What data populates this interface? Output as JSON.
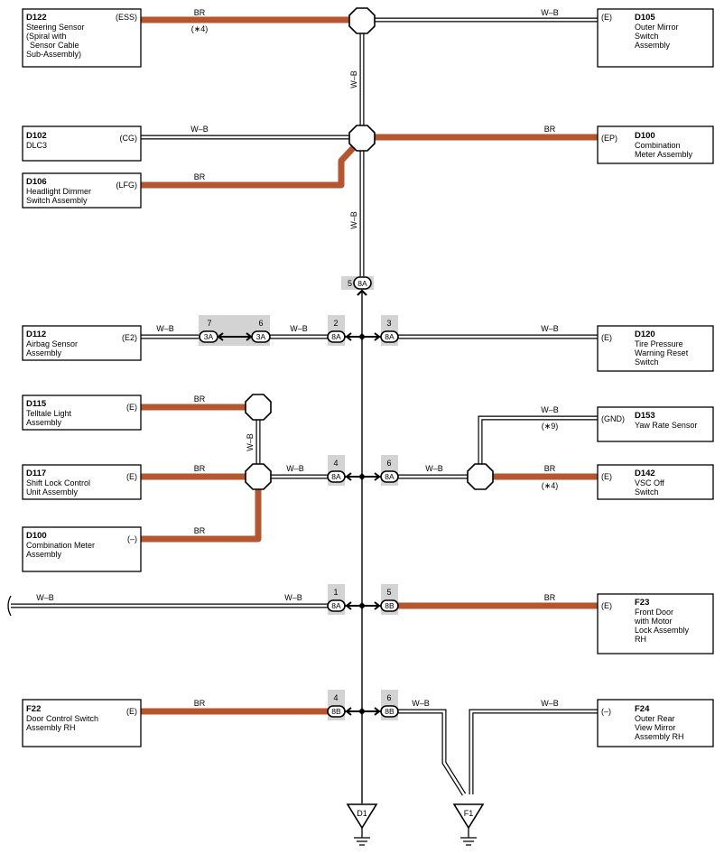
{
  "wire_colors": {
    "BR": "#b5562e",
    "W-B": "#ffffff"
  },
  "components": {
    "d122": {
      "id": "D122",
      "name": [
        "Steering Sensor",
        "(Spiral with",
        "Sensor Cable",
        "Sub-Assembly)"
      ],
      "pin": "(ESS)"
    },
    "d105": {
      "id": "D105",
      "name": [
        "Outer Mirror",
        "Switch",
        "Assembly"
      ],
      "pin": "(E)"
    },
    "d102": {
      "id": "D102",
      "name": [
        "DLC3"
      ],
      "pin": "(CG)"
    },
    "d100a": {
      "id": "D100",
      "name": [
        "Combination",
        "Meter Assembly"
      ],
      "pin": "(EP)"
    },
    "d106": {
      "id": "D106",
      "name": [
        "Headlight Dimmer",
        "Switch Assembly"
      ],
      "pin": "(LFG)"
    },
    "d112": {
      "id": "D112",
      "name": [
        "Airbag Sensor",
        "Assembly"
      ],
      "pin": "(E2)"
    },
    "d120": {
      "id": "D120",
      "name": [
        "Tire Pressure",
        "Warning Reset",
        "Switch"
      ],
      "pin": "(E)"
    },
    "d115": {
      "id": "D115",
      "name": [
        "Telltale Light",
        "Assembly"
      ],
      "pin": "(E)"
    },
    "d153": {
      "id": "D153",
      "name": [
        "Yaw Rate Sensor"
      ],
      "pin": "(GND)"
    },
    "d117": {
      "id": "D117",
      "name": [
        "Shift Lock Control",
        "Unit Assembly"
      ],
      "pin": "(E)"
    },
    "d142": {
      "id": "D142",
      "name": [
        "VSC Off",
        "Switch"
      ],
      "pin": "(E)"
    },
    "d100b": {
      "id": "D100",
      "name": [
        "Combination Meter",
        "Assembly"
      ],
      "pin": "(–)"
    },
    "f23": {
      "id": "F23",
      "name": [
        "Front Door",
        "with Motor",
        "Lock Assembly",
        "RH"
      ],
      "pin": "(E)"
    },
    "f22": {
      "id": "F22",
      "name": [
        "Door Control Switch",
        "Assembly RH"
      ],
      "pin": "(E)"
    },
    "f24": {
      "id": "F24",
      "name": [
        "Outer Rear",
        "View Mirror",
        "Assembly RH"
      ],
      "pin": "(–)"
    }
  },
  "wire_labels": {
    "br": "BR",
    "wb": "W–B",
    "note4": "(∗4)",
    "note9": "(∗9)"
  },
  "connectors": {
    "c8a": "8A",
    "c3a": "3A",
    "c8b": "8B",
    "pins": {
      "top": "5",
      "r1_7": "7",
      "r1_6": "6",
      "r1_2": "2",
      "r1_3": "3",
      "r2_4": "4",
      "r2_6": "6",
      "r3_1": "1",
      "r3_5": "5",
      "r4_4": "4",
      "r4_6": "6"
    }
  },
  "grounds": {
    "d1": "D1",
    "f1": "F1"
  }
}
